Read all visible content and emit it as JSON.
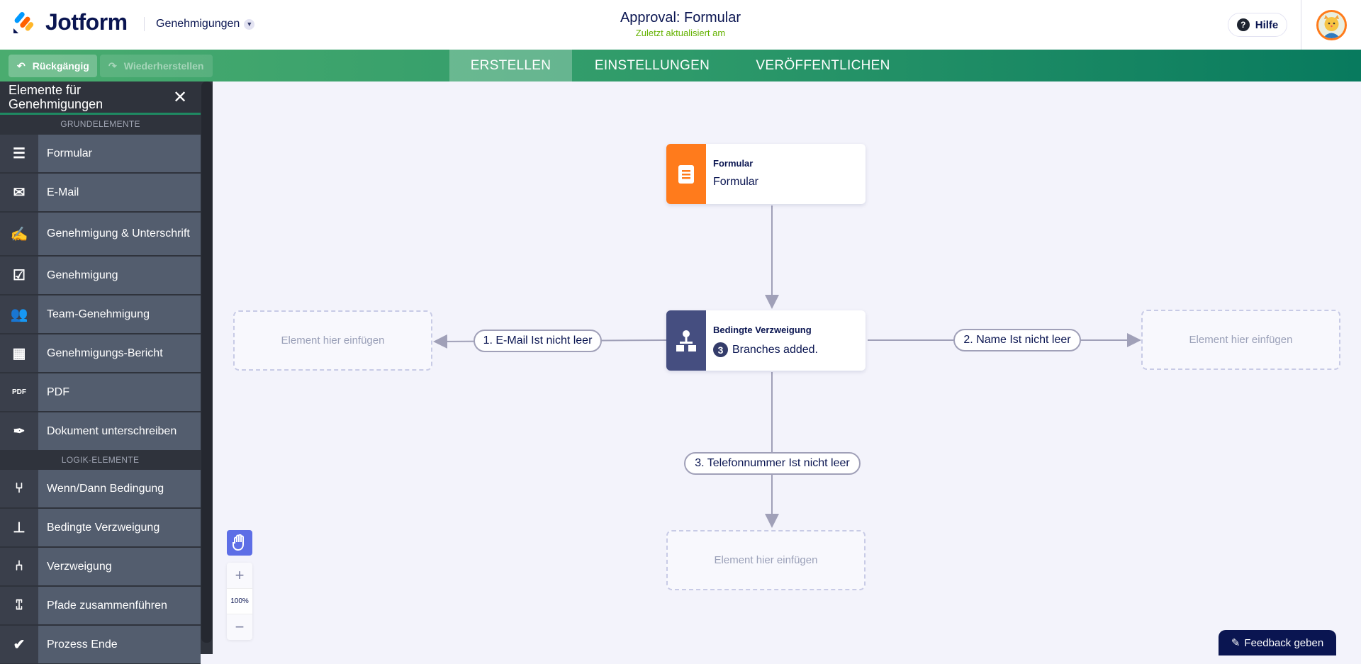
{
  "header": {
    "brand": "Jotform",
    "workspace": "Genehmigungen",
    "title": "Approval: Formular",
    "subtitle": "Zuletzt aktualisiert am",
    "help": "Hilfe"
  },
  "toolbar": {
    "undo": "Rückgängig",
    "redo": "Wiederherstellen",
    "tabs": [
      {
        "label": "ERSTELLEN",
        "active": true
      },
      {
        "label": "EINSTELLUNGEN"
      },
      {
        "label": "VERÖFFENTLICHEN"
      }
    ]
  },
  "sidebar": {
    "title": "Elemente für Genehmigungen",
    "sections": [
      {
        "label": "GRUNDELEMENTE",
        "items": [
          {
            "label": "Formular",
            "icon": "form-icon"
          },
          {
            "label": "E-Mail",
            "icon": "email-icon"
          },
          {
            "label": "Genehmigung & Unterschrift",
            "icon": "approval-signature-icon"
          },
          {
            "label": "Genehmigung",
            "icon": "approval-icon"
          },
          {
            "label": "Team-Genehmigung",
            "icon": "team-approval-icon"
          },
          {
            "label": "Genehmigungs-Bericht",
            "icon": "report-icon"
          },
          {
            "label": "PDF",
            "icon": "pdf-icon"
          },
          {
            "label": "Dokument unterschreiben",
            "icon": "sign-document-icon"
          }
        ]
      },
      {
        "label": "LOGIK-ELEMENTE",
        "items": [
          {
            "label": "Wenn/Dann Bedingung",
            "icon": "if-then-icon"
          },
          {
            "label": "Bedingte Verzweigung",
            "icon": "conditional-branch-icon"
          },
          {
            "label": "Verzweigung",
            "icon": "branch-icon"
          },
          {
            "label": "Pfade zusammenführen",
            "icon": "merge-paths-icon"
          },
          {
            "label": "Prozess Ende",
            "icon": "process-end-icon"
          }
        ]
      }
    ]
  },
  "canvas": {
    "form_node": {
      "title": "Formular",
      "desc": "Formular",
      "color": "#ff7b1c"
    },
    "branch_node": {
      "title": "Bedingte Verzweigung",
      "count": "3",
      "desc": "Branches added.",
      "color": "#454e80"
    },
    "placeholder": "Element hier einfügen",
    "branches": [
      "1. E-Mail Ist nicht leer",
      "2. Name Ist nicht leer",
      "3. Telefonnummer Ist nicht leer"
    ],
    "zoom": "100%"
  },
  "feedback": "Feedback geben"
}
